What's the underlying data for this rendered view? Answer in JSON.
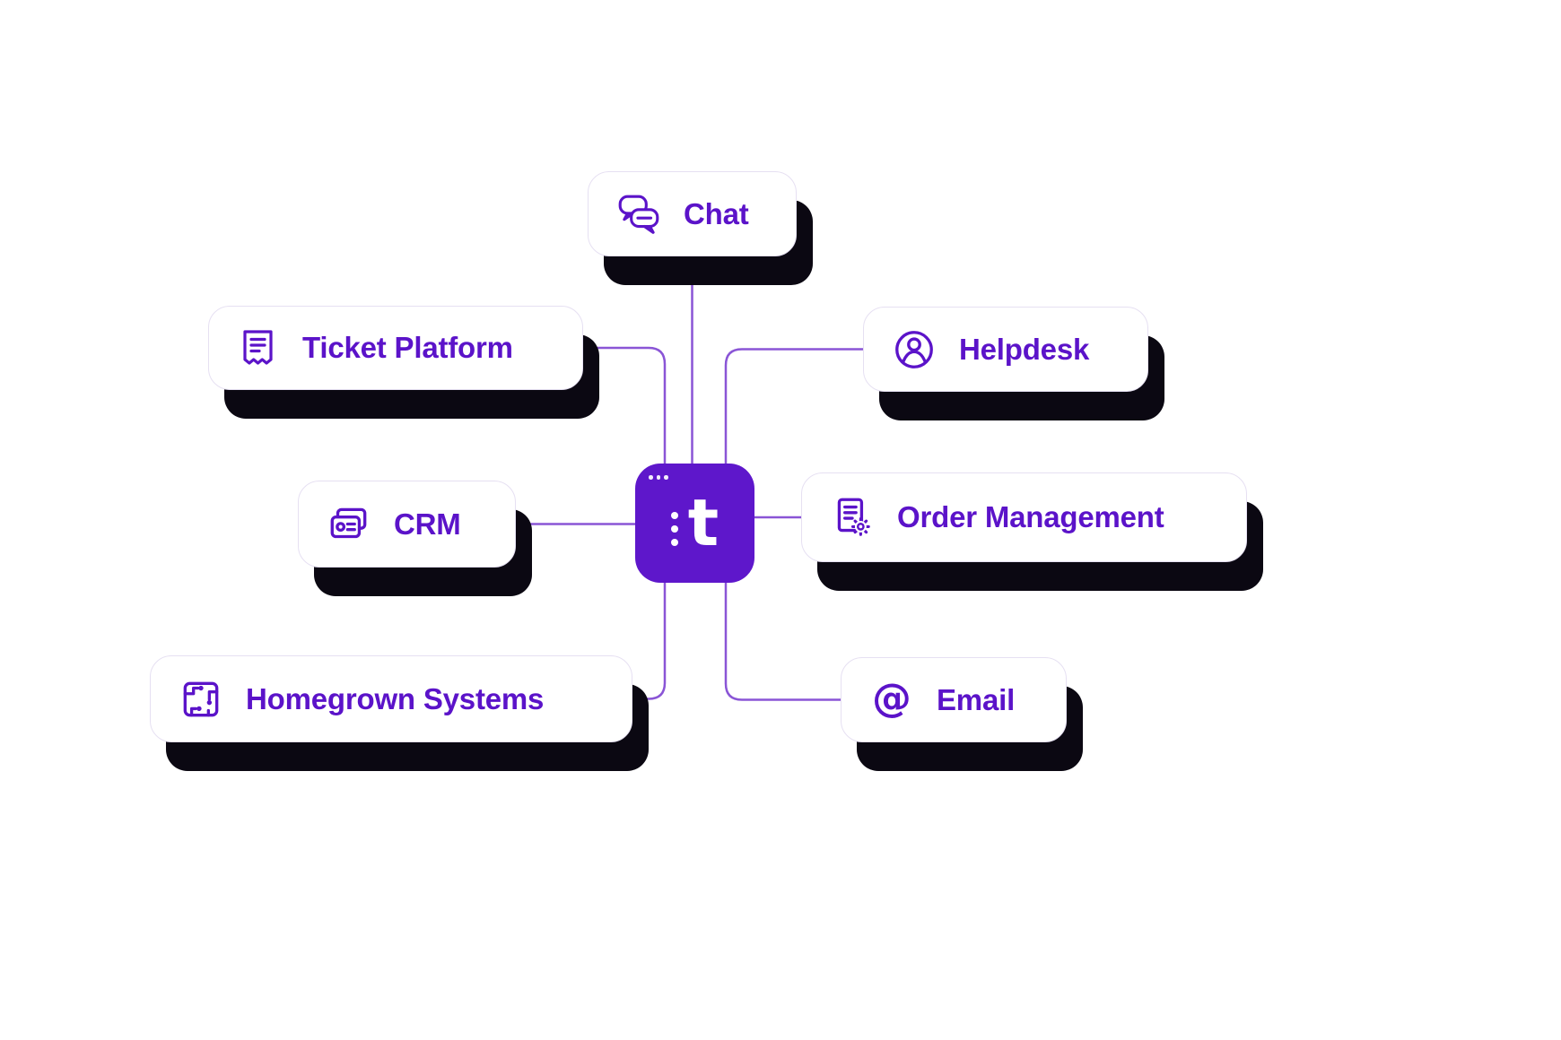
{
  "colors": {
    "accent": "#5b13c9",
    "hub_bg": "#5e17cb",
    "connector": "#8a55d6",
    "shadow": "#0b0812",
    "card_border": "#e6e0f2",
    "background": "#ffffff"
  },
  "hub": {
    "letter": "t"
  },
  "icon_glyphs": {
    "email_at": "@"
  },
  "nodes": [
    {
      "id": "chat",
      "label": "Chat",
      "icon": "chat-bubbles-icon"
    },
    {
      "id": "ticket-platform",
      "label": "Ticket Platform",
      "icon": "ticket-receipt-icon"
    },
    {
      "id": "helpdesk",
      "label": "Helpdesk",
      "icon": "person-circle-icon"
    },
    {
      "id": "crm",
      "label": "CRM",
      "icon": "contact-card-icon"
    },
    {
      "id": "order-management",
      "label": "Order Management",
      "icon": "document-gear-icon"
    },
    {
      "id": "homegrown-systems",
      "label": "Homegrown Systems",
      "icon": "circuit-board-icon"
    },
    {
      "id": "email",
      "label": "Email",
      "icon": "at-sign-icon"
    }
  ]
}
